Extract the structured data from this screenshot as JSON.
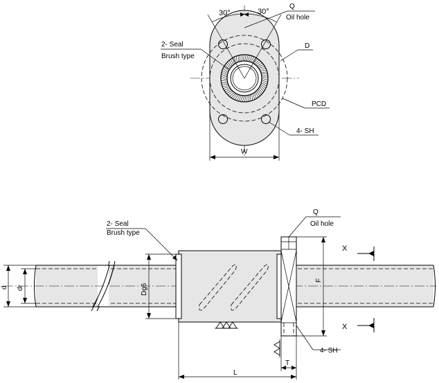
{
  "top_view": {
    "angle_left": "30°",
    "angle_right": "30°",
    "q_label": "Q",
    "oil_hole_label": "Oil hole",
    "d_label": "D",
    "seal_label": "2- Seal",
    "brush_type_label": "Brush type",
    "pcd_label": "PCD",
    "sh_label": "4- SH",
    "w_label": "W"
  },
  "side_view": {
    "seal_label": "2- Seal",
    "brush_type_label": "Brush type",
    "q_label": "Q",
    "oil_hole_label": "Oil hole",
    "d_label": "d",
    "dr_label": "dr",
    "dg6_label": "Dg6",
    "f_label": "F",
    "x_top_label": "X",
    "x_bottom_label": "X",
    "sh_label": "4- SH",
    "t_label": "T",
    "l_label": "L"
  }
}
